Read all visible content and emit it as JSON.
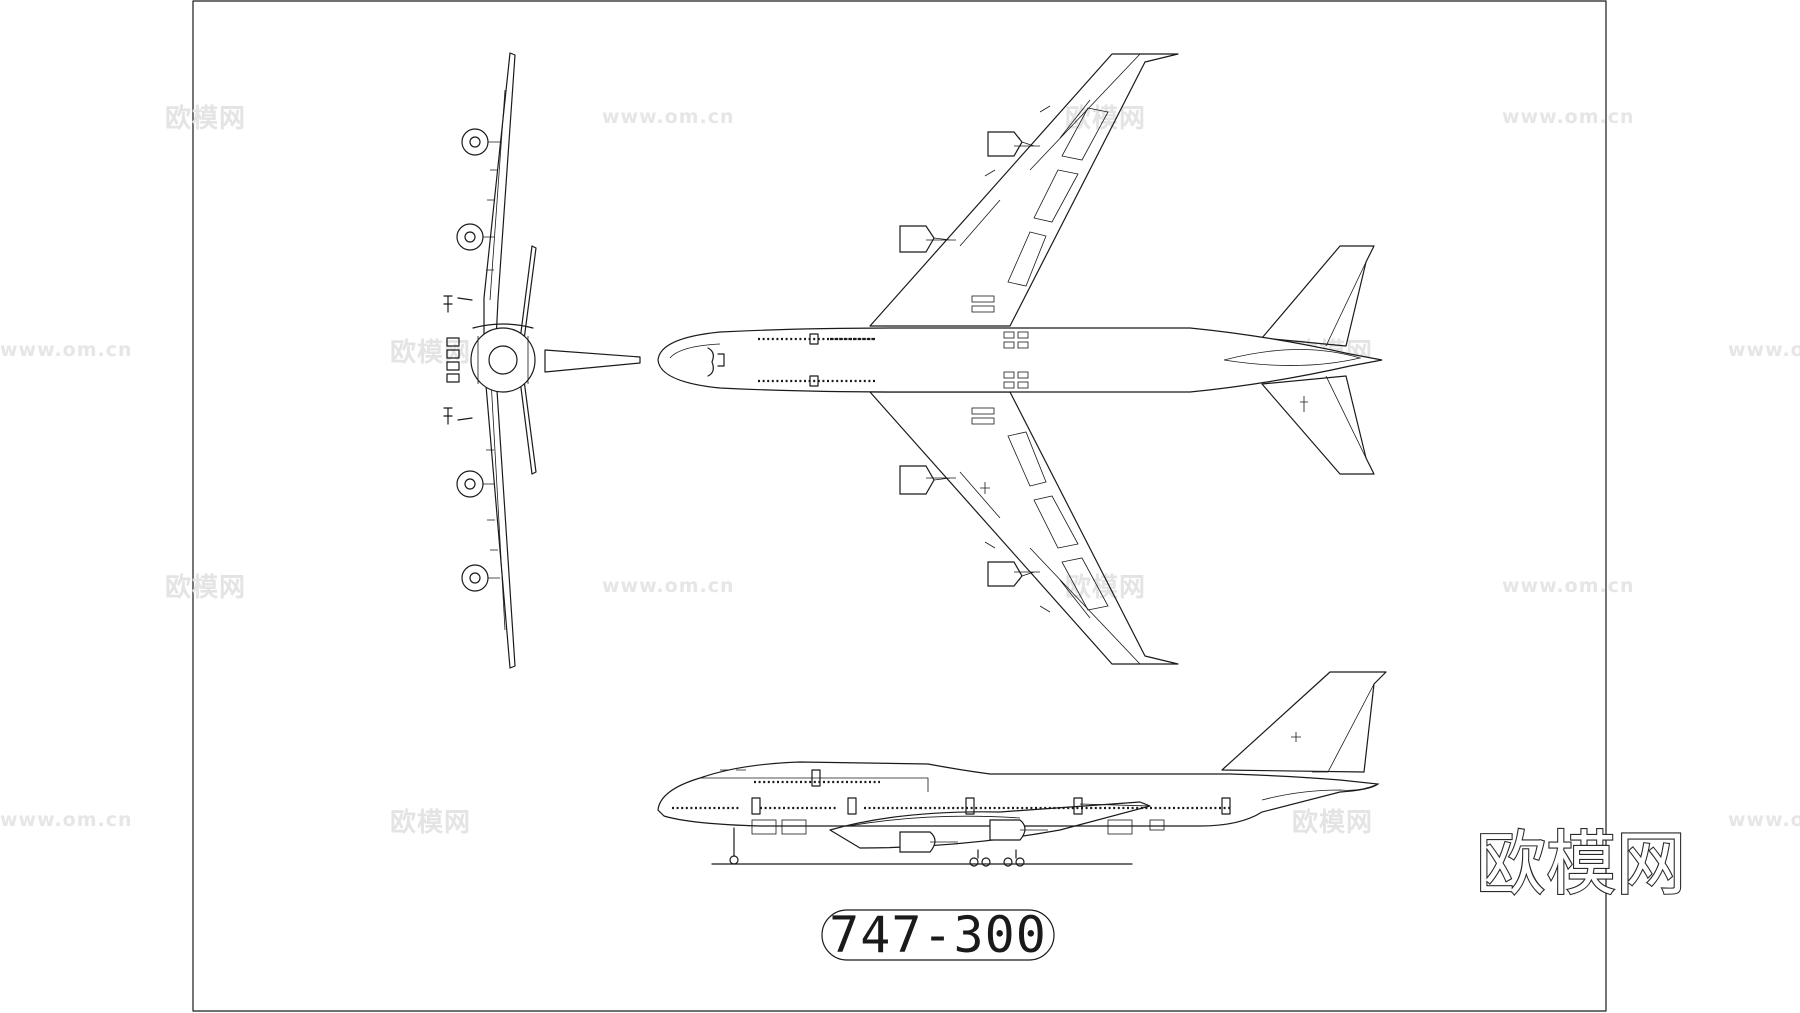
{
  "drawing": {
    "model_label": "747-300",
    "views": [
      "front-view",
      "top-view",
      "side-view"
    ]
  },
  "watermark": {
    "text": "欧模网",
    "url": "www.om.cn"
  },
  "brand": {
    "logo_text": "欧模网"
  }
}
